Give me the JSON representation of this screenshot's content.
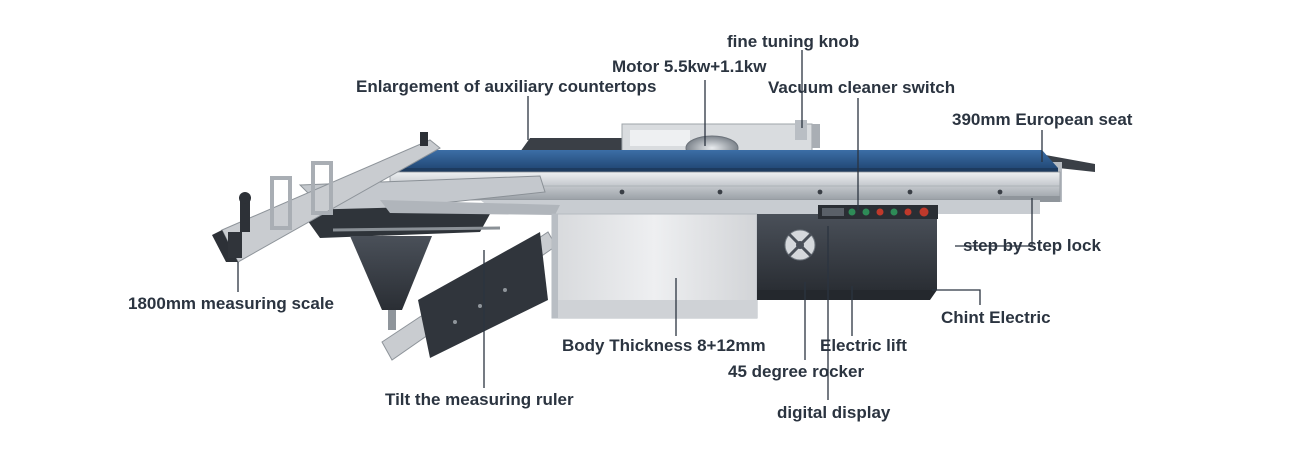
{
  "labels": {
    "fine_tuning_knob": "fine tuning knob",
    "motor": "Motor 5.5kw+1.1kw",
    "enlargement_countertops": "Enlargement of auxiliary countertops",
    "vacuum_switch": "Vacuum cleaner switch",
    "european_seat": "390mm European seat",
    "step_lock": "step by step lock",
    "measuring_scale": "1800mm measuring scale",
    "chint_electric": "Chint Electric",
    "body_thickness": "Body Thickness 8+12mm",
    "electric_lift": "Electric lift",
    "rocker": "45 degree rocker",
    "tilt_ruler": "Tilt the measuring ruler",
    "digital_display": "digital display"
  },
  "colors": {
    "table_top": "#2f5d92",
    "rail_silver": "#c9ccd0",
    "body_light": "#e6e7e9",
    "body_dark": "#3b4048",
    "label_text": "#2b3440",
    "button_red": "#c0392b",
    "button_green": "#2e8b57"
  }
}
